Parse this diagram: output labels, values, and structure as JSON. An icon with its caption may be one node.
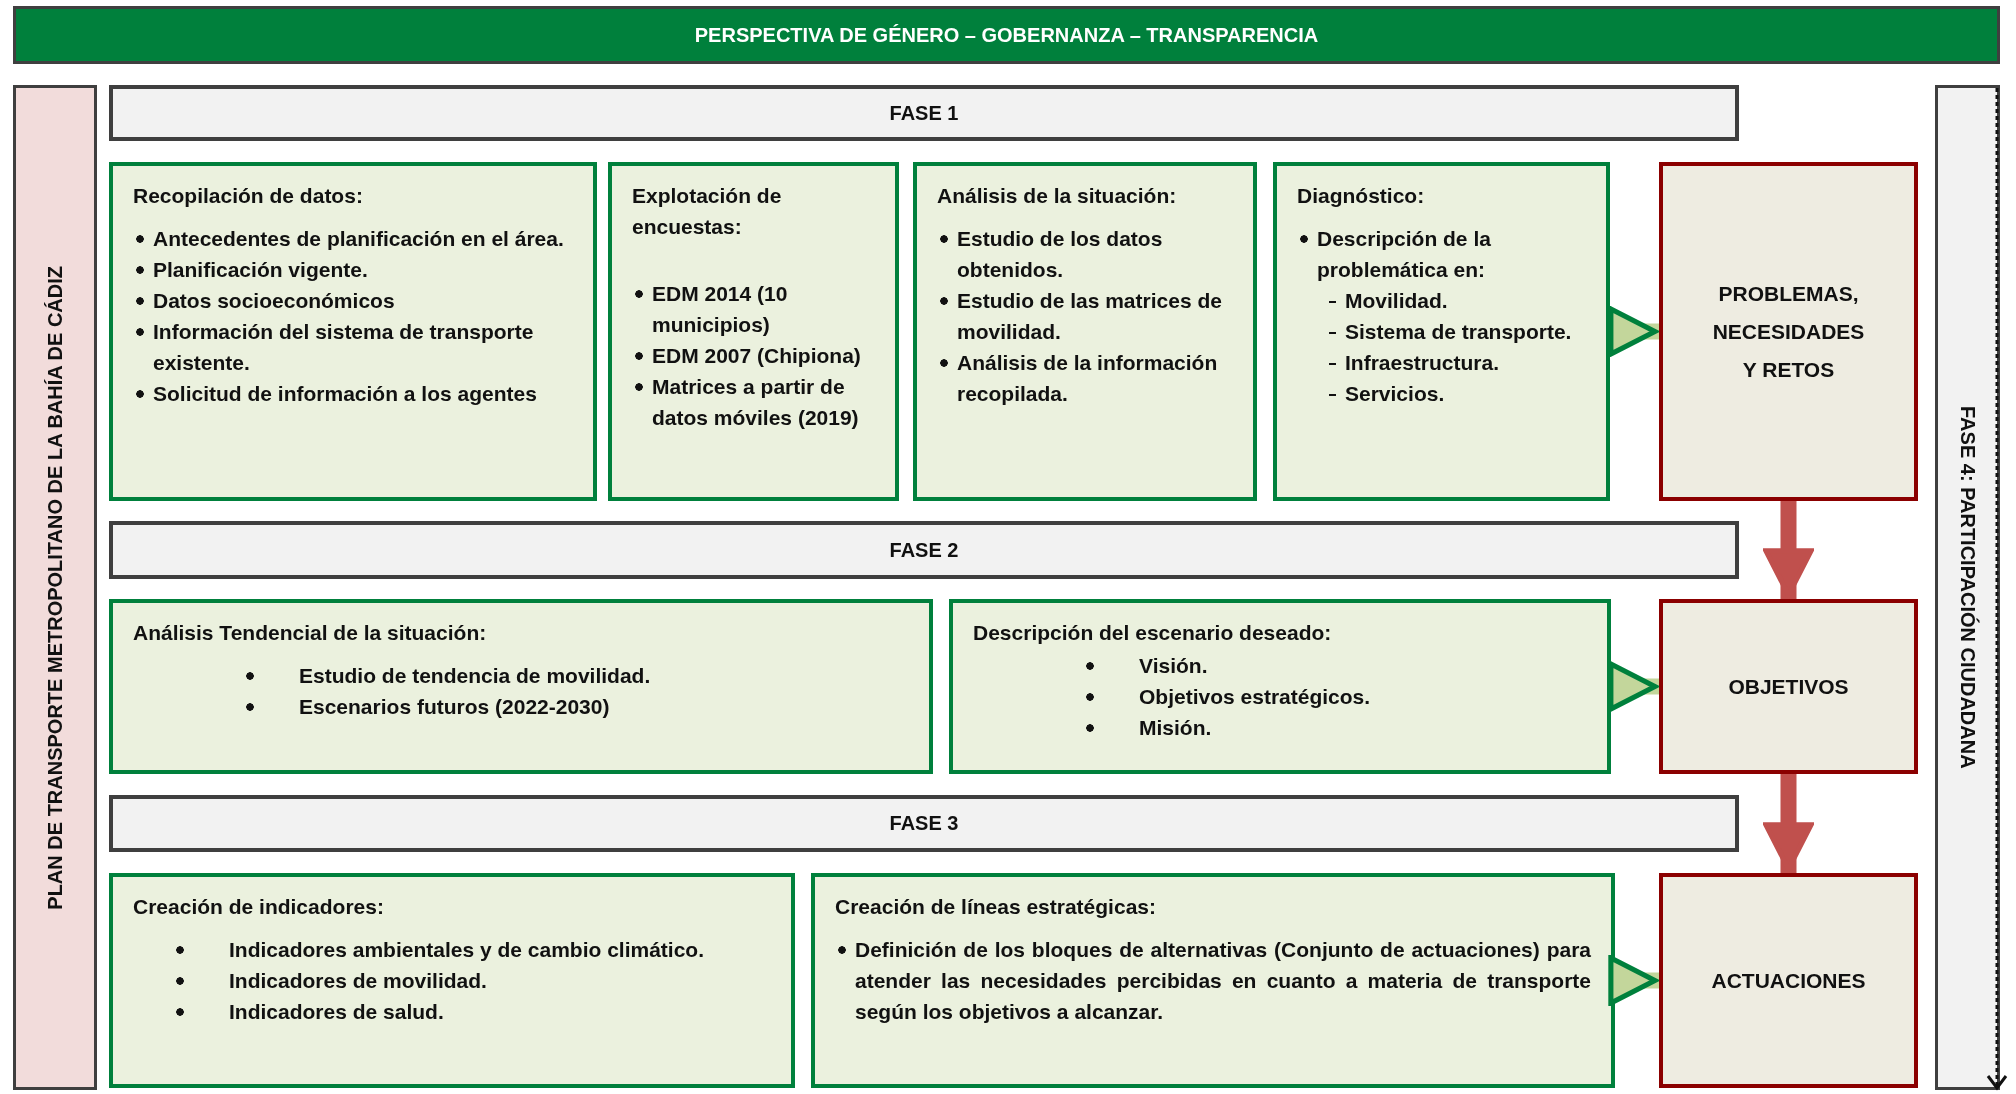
{
  "diagram": {
    "nodes": [
      {
        "text": [
          "PERSPECTIVA DE GÉNERO – GOBERNANZA – TRANSPARENCIA"
        ]
      },
      {
        "text": [
          "PLAN DE TRANSPORTE METROPOLITANO DE LA BAHÍA DE CÁDIZ"
        ]
      },
      {
        "text": [
          "FASE 1"
        ]
      },
      {
        "text": [
          "Recopilación de datos:",
          "Antecedentes de planificación en el área.",
          "Planificación vigente.",
          "Datos socioeconómicos",
          "Información del sistema de transporte existente.",
          "Solicitud de información a los agentes"
        ]
      },
      {
        "text": [
          "Explotación de encuestas:",
          "EDM 2014 (10 municipios)",
          "EDM 2007 (Chipiona)",
          "Matrices a partir de datos móviles (2019)"
        ]
      },
      {
        "text": [
          "Análisis de la situación:",
          "Estudio de los datos obtenidos.",
          "Estudio de las matrices de movilidad.",
          "Análisis de la información recopilada."
        ]
      },
      {
        "text": [
          "Diagnóstico:",
          "Descripción de la problemática en:",
          "Movilidad.",
          "Sistema de transporte.",
          "Infraestructura.",
          "Servicios."
        ]
      },
      {
        "text": [
          "PROBLEMAS, NECESIDADES Y RETOS"
        ]
      },
      {
        "text": [
          "FASE 2"
        ]
      },
      {
        "text": [
          "Análisis Tendencial de la situación:",
          "Estudio de tendencia de movilidad.",
          "Escenarios futuros (2022-2030)"
        ]
      },
      {
        "text": [
          "Descripción del escenario deseado:",
          "Visión.",
          "Objetivos estratégicos.",
          "Misión."
        ]
      },
      {
        "text": [
          "OBJETIVOS"
        ]
      },
      {
        "text": [
          "FASE 3"
        ]
      },
      {
        "text": [
          "Creación de indicadores:",
          "Indicadores ambientales y de cambio climático.",
          "Indicadores de movilidad.",
          "Indicadores de salud."
        ]
      },
      {
        "text": [
          "Creación de líneas estratégicas:",
          "Definición de los bloques de alternativas (Conjunto de actuaciones) para atender las necesidades percibidas en cuanto a materia de transporte según los objetivos a alcanzar."
        ]
      },
      {
        "text": [
          "ACTUACIONES"
        ]
      },
      {
        "text": [
          "FASE 4: PARTICIPACIÓN CIUDADANA"
        ]
      }
    ],
    "edges": [
      {
        "from": 6,
        "to": 7,
        "arrow": "to"
      },
      {
        "from": 7,
        "to": 11,
        "arrow": "to",
        "color": "#c0504d"
      },
      {
        "from": 10,
        "to": 11,
        "arrow": "to"
      },
      {
        "from": 11,
        "to": 15,
        "arrow": "to",
        "color": "#c0504d"
      },
      {
        "from": 14,
        "to": 15,
        "arrow": "to"
      }
    ]
  }
}
